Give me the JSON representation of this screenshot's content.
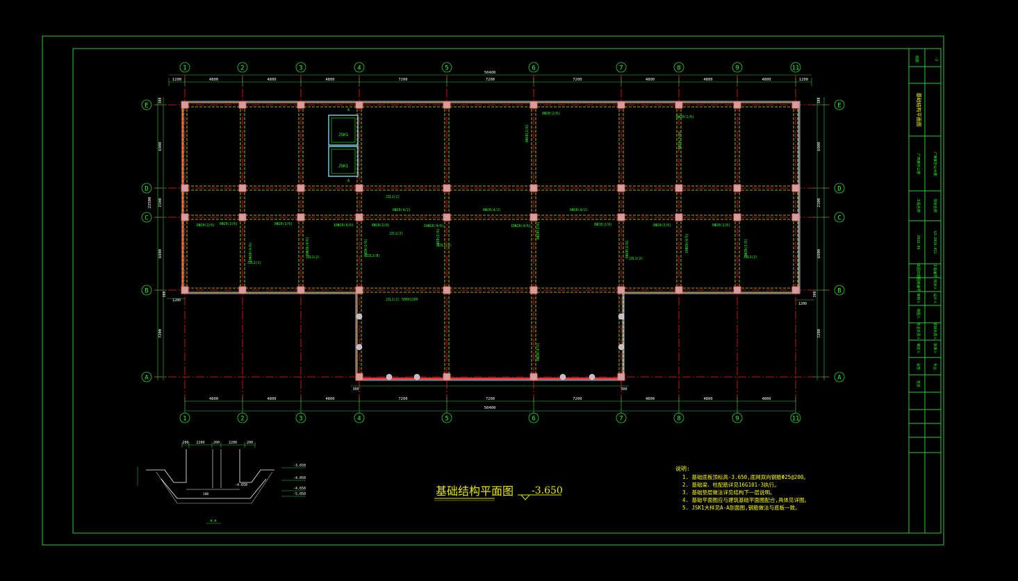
{
  "drawing": {
    "title": "基础结构平面图",
    "elevation": "-3.650",
    "section_label": "A-A"
  },
  "grid": {
    "columns": [
      "1",
      "2",
      "3",
      "4",
      "5",
      "6",
      "7",
      "8",
      "9",
      "11"
    ],
    "rows": [
      "E",
      "D",
      "C",
      "B",
      "A"
    ],
    "top_spans": [
      "1200",
      "4800",
      "4800",
      "4800",
      "7200",
      "7200",
      "7200",
      "4800",
      "4800",
      "4800",
      "1200"
    ],
    "top_total": "50400",
    "bottom_spans": [
      "4800",
      "4800",
      "4800",
      "7200",
      "7200",
      "7200",
      "4800",
      "4800",
      "4800"
    ],
    "bottom_total": "50400",
    "bottom_small": [
      "300",
      "300"
    ],
    "left_dims": [
      "6900",
      "2100",
      "6900",
      "7200"
    ],
    "left_total": "22500",
    "left_small": [
      "300",
      "1200",
      "300"
    ],
    "right_dims": [
      "6900",
      "2100",
      "6900",
      "7200"
    ],
    "right_small": [
      "300",
      "1200",
      "300"
    ]
  },
  "tanks": [
    "JSK1",
    "JSK1"
  ],
  "beam_labels": [
    "8Φ20(2/6)",
    "8Φ20(2/6)",
    "8Φ20(2/6)",
    "10Φ20(4/6)",
    "8Φ20(2/6)",
    "10Φ20(4/6)",
    "10Φ20(4/6)",
    "8Φ20(2/6)",
    "8Φ20(2/6)",
    "8Φ20(2/6)",
    "8Φ20(4/2)",
    "8Φ20(4/2)",
    "8Φ20(4/2)",
    "JZL1(2)",
    "JZL1(2)",
    "JZL1(2)",
    "JZL1(2)",
    "JZL1(2)",
    "JZL1(2)",
    "JZL2(1)",
    "JZL1(B)",
    "8Φ20(2/6)",
    "8Φ20(2/6)",
    "JZL1(2) 500X1200"
  ],
  "section": {
    "dims": [
      "200",
      "2200",
      "200",
      "2200",
      "200"
    ],
    "levels": [
      "-3.650",
      "-4.050",
      "-4.650",
      "-5.050"
    ],
    "inner_level": "-4.650",
    "inner_mark": "100"
  },
  "notes": {
    "heading": "说明:",
    "items": [
      "1. 基础底板顶标高-3.650,底网双向钢筋Φ25@200。",
      "2. 基础梁、柱配筋详见16G101-3执行。",
      "3. 基础垫层做法详见结构下一层说明。",
      "4. 基础平面图应与建筑基础平面图配合,具体见详图。",
      "5. JSK1大样见A-A剖面图,钢筋做法与底板一致。"
    ]
  },
  "titleblock": {
    "cells": [
      "结施",
      "-3",
      "基础结构平面图",
      "广西某办公楼",
      "广西某办公大楼",
      "工程名称",
      "项目名称",
      "2016-09",
      "GJ-2016-011",
      "出图日期",
      "工程编号",
      "图纸编号",
      "校对人",
      "审核人",
      "设计人",
      "制图人",
      "专业负责人",
      "项目负责人",
      "审定人",
      "批准人",
      "会签",
      "专业",
      "签名"
    ]
  },
  "colors": {
    "frame": "#2ecc40",
    "grid_red": "#ff2020",
    "beam_yellow": "#e8e800",
    "wall_cyan": "#78c8d8",
    "text_green": "#20ff20",
    "note_yellow": "#ffff00"
  }
}
